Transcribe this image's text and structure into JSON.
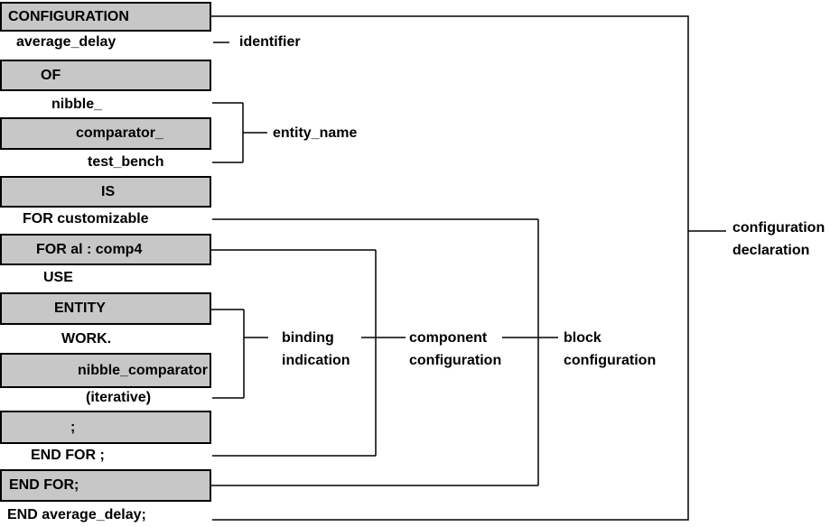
{
  "colors": {
    "background": "#ffffff",
    "box_fill": "#c7c7c7",
    "box_border": "#000000",
    "line": "#000000",
    "text": "#000000"
  },
  "code_rows": [
    {
      "text": "CONFIGURATION",
      "boxed": true
    },
    {
      "text": "average_delay",
      "boxed": false
    },
    {
      "text": "OF",
      "boxed": true
    },
    {
      "text": "nibble_",
      "boxed": false
    },
    {
      "text": "comparator_",
      "boxed": true
    },
    {
      "text": "test_bench",
      "boxed": false
    },
    {
      "text": "IS",
      "boxed": true
    },
    {
      "text": "FOR customizable",
      "boxed": false
    },
    {
      "text": "FOR al : comp4",
      "boxed": true
    },
    {
      "text": "USE",
      "boxed": false
    },
    {
      "text": "ENTITY",
      "boxed": true
    },
    {
      "text": "WORK.",
      "boxed": false
    },
    {
      "text": "nibble_comparator",
      "boxed": true
    },
    {
      "text": "(iterative)",
      "boxed": false
    },
    {
      "text": ";",
      "boxed": true
    },
    {
      "text": "END FOR ;",
      "boxed": false
    },
    {
      "text": "END FOR;",
      "boxed": true
    },
    {
      "text": "END average_delay;",
      "boxed": false
    }
  ],
  "labels": {
    "identifier": "identifier",
    "entity_name": "entity_name",
    "binding_indication": [
      "binding",
      "indication"
    ],
    "component_configuration": [
      "component",
      "configuration"
    ],
    "block_configuration": [
      "block",
      "configuration"
    ],
    "configuration_declaration": [
      "configuration",
      "declaration"
    ]
  }
}
